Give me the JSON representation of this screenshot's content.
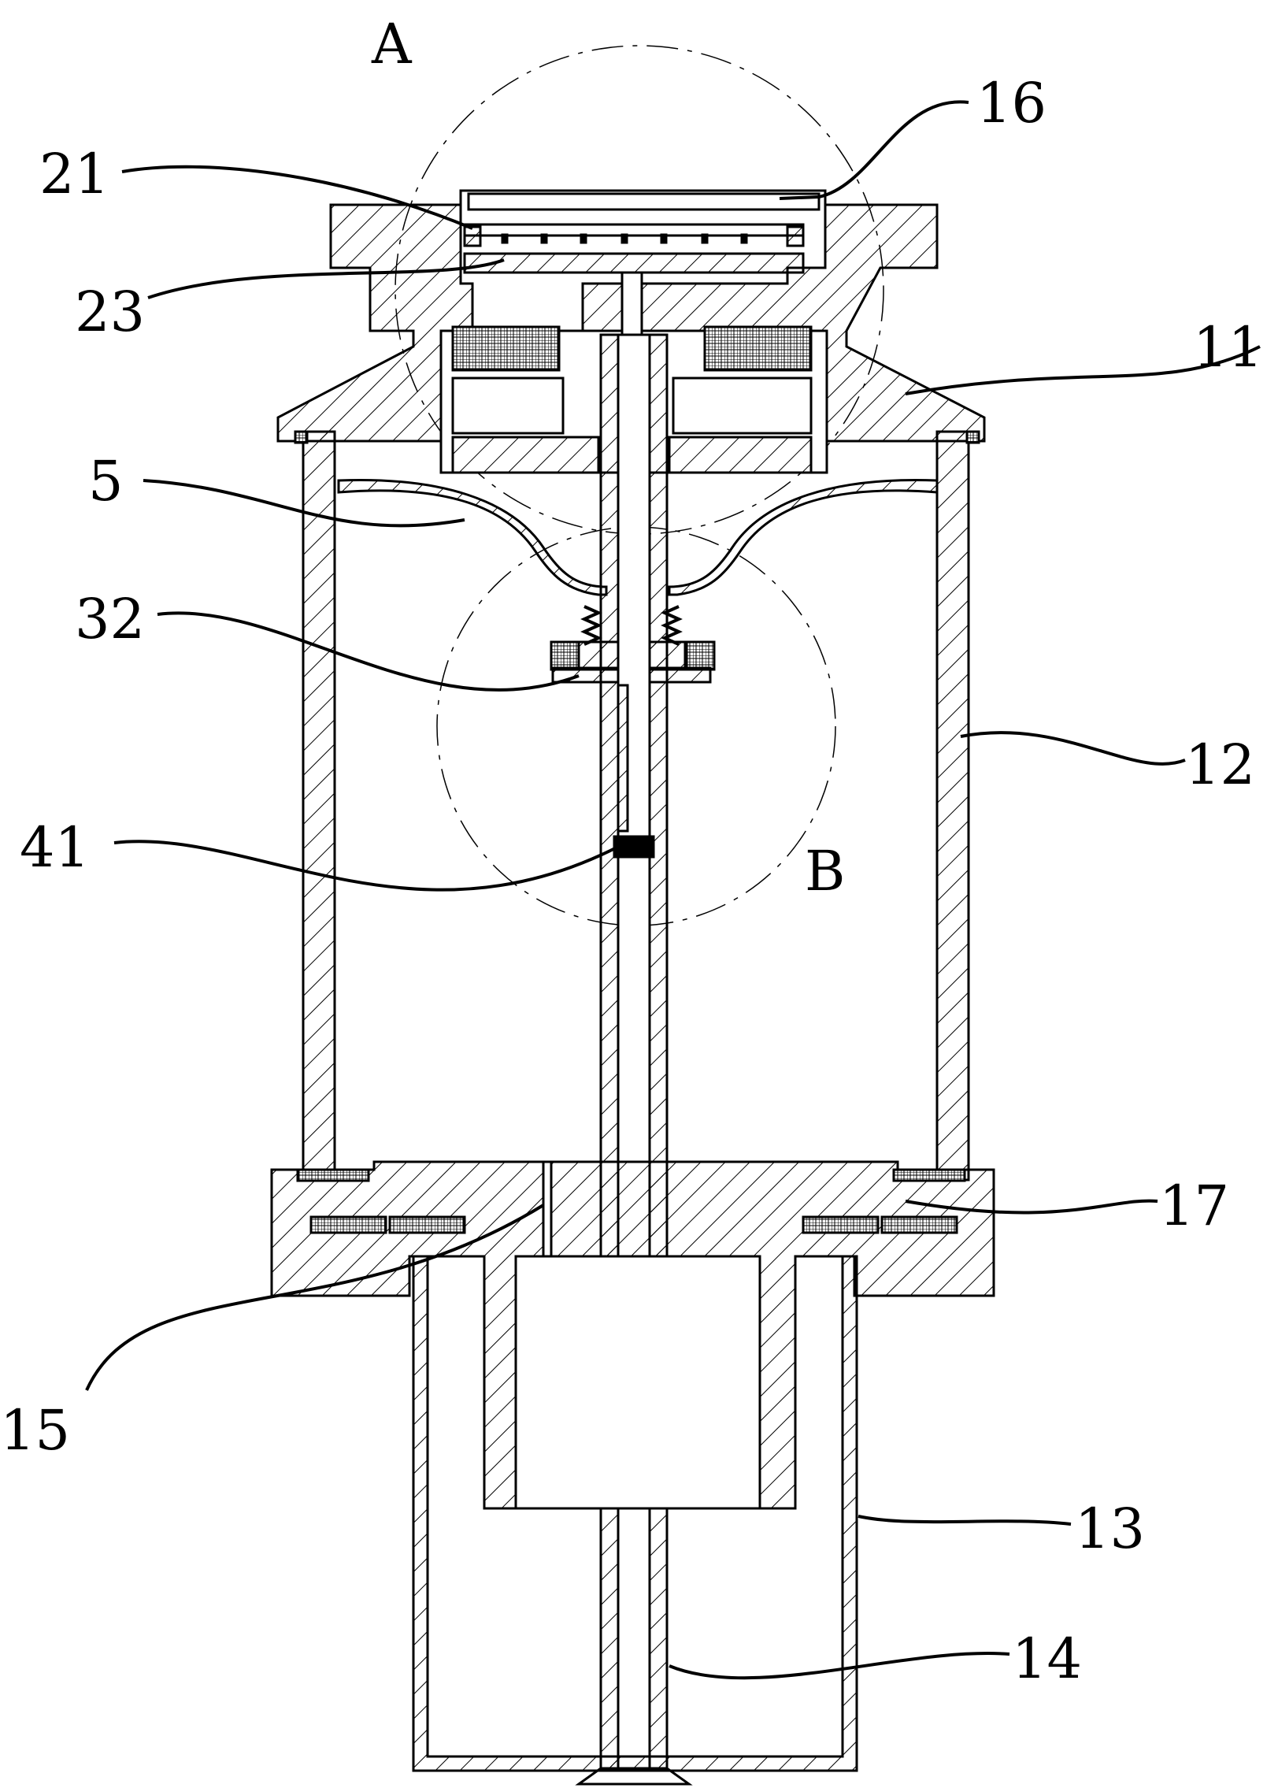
{
  "figure": {
    "detail_labels": {
      "a": "A",
      "b": "B"
    },
    "part_labels": [
      {
        "id": "p16",
        "text": "16"
      },
      {
        "id": "p21",
        "text": "21"
      },
      {
        "id": "p23",
        "text": "23"
      },
      {
        "id": "p11",
        "text": "11"
      },
      {
        "id": "p5",
        "text": "5"
      },
      {
        "id": "p32",
        "text": "32"
      },
      {
        "id": "p12",
        "text": "12"
      },
      {
        "id": "p41",
        "text": "41"
      },
      {
        "id": "p17",
        "text": "17"
      },
      {
        "id": "p15",
        "text": "15"
      },
      {
        "id": "p13",
        "text": "13"
      },
      {
        "id": "p14",
        "text": "14"
      }
    ]
  }
}
